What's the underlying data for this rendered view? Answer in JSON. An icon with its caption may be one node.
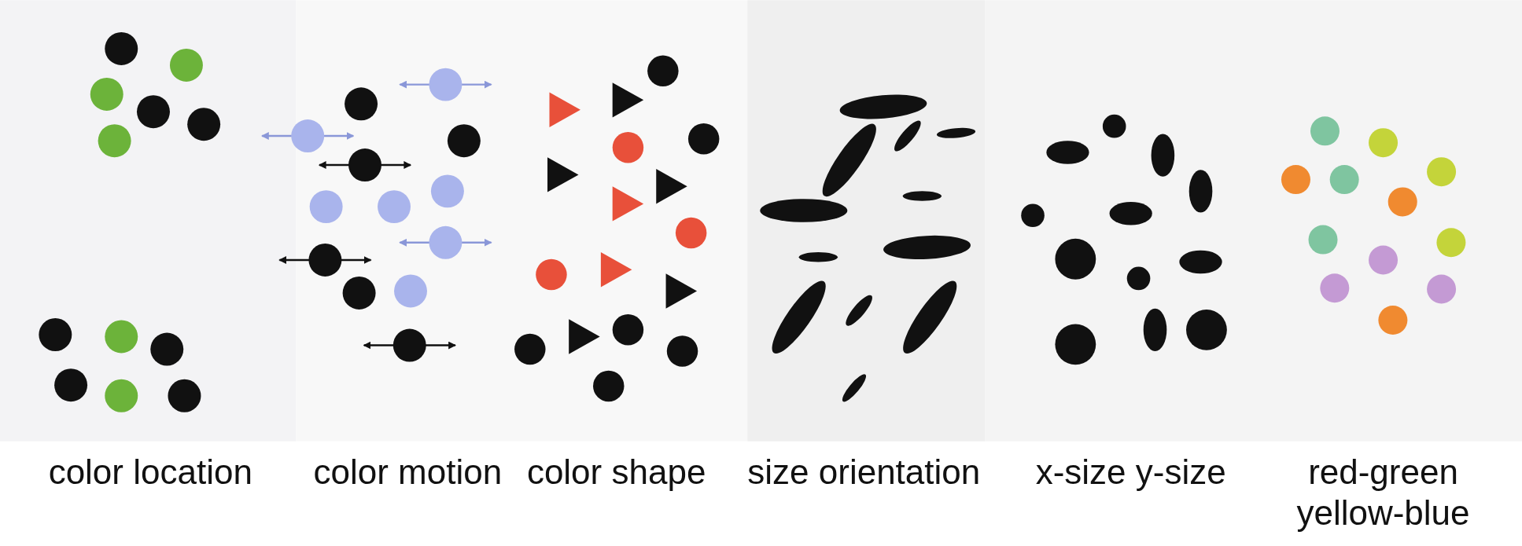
{
  "diagram": {
    "labels": [
      "color location",
      "color motion",
      "color shape",
      "size orientation",
      "x-size y-size",
      "red-green yellow-blue"
    ]
  }
}
